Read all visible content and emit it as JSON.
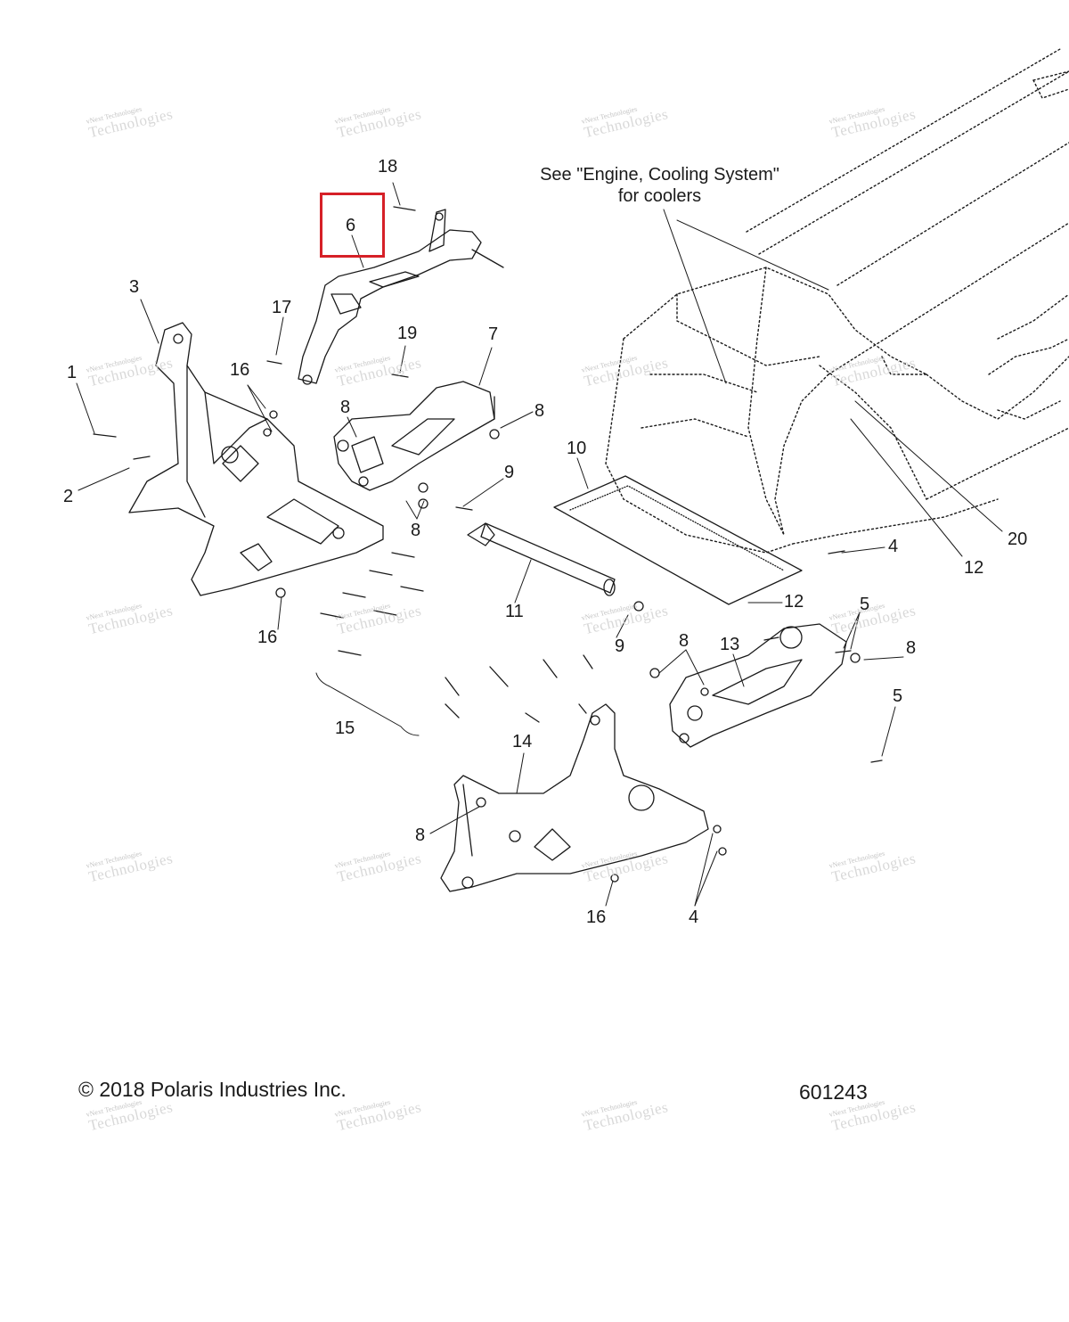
{
  "callouts": {
    "c18": "18",
    "c6": "6",
    "c3": "3",
    "c17": "17",
    "c19": "19",
    "c7": "7",
    "c1": "1",
    "c16a": "16",
    "c8a": "8",
    "c8b": "8",
    "c2": "2",
    "c8c": "8",
    "c10": "10",
    "c9a": "9",
    "c4a": "4",
    "c20": "20",
    "c12a": "12",
    "c12b": "12",
    "c5a": "5",
    "c11": "11",
    "c9b": "9",
    "c16b": "16",
    "c8d": "8",
    "c13": "13",
    "c8e": "8",
    "c5b": "5",
    "c15": "15",
    "c14": "14",
    "c8f": "8",
    "c16c": "16",
    "c4b": "4"
  },
  "note": {
    "line1": "See \"Engine, Cooling System\"",
    "line2": "for coolers"
  },
  "footer": {
    "copyright": "© 2018 Polaris Industries Inc.",
    "figure_number": "601243"
  },
  "watermark": {
    "small": "vNext Technologies",
    "big": "Technologies"
  },
  "colors": {
    "line": "#1a1a1a",
    "highlight": "#d62027",
    "watermark": "#b9b9b9"
  }
}
